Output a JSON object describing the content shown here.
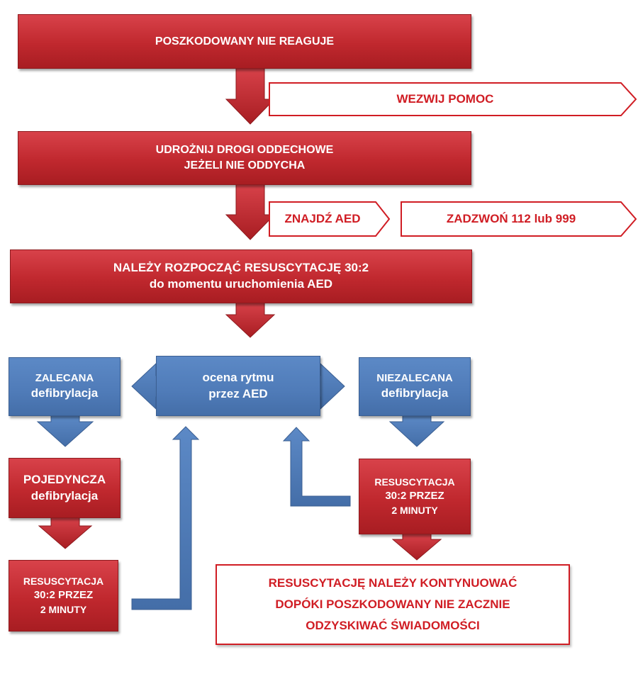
{
  "colors": {
    "red": "#c0282e",
    "blue": "#4f7bb8",
    "outline_red": "#d01d24",
    "white": "#ffffff"
  },
  "step1": {
    "line1": "POSZKODOWANY NIE REAGUJE"
  },
  "call_help": {
    "label": "WEZWIJ POMOC"
  },
  "step2": {
    "line1": "UDROŻNIJ DROGI ODDECHOWE",
    "line2": "JEŻELI NIE ODDYCHA"
  },
  "find_aed": {
    "label": "ZNAJDŹ AED"
  },
  "call_number": {
    "label": "ZADZWOŃ 112 lub 999"
  },
  "step3": {
    "line1": "NALEŻY ROZPOCZĄĆ RESUSCYTACJĘ 30:2",
    "line2": "do momentu uruchomienia AED"
  },
  "rhythm": {
    "line1": "ocena rytmu",
    "line2": "przez AED"
  },
  "recommended": {
    "line1": "ZALECANA",
    "line2": "defibrylacja"
  },
  "not_recommended": {
    "line1": "NIEZALECANA",
    "line2": "defibrylacja"
  },
  "single_shock": {
    "line1": "POJEDYNCZA",
    "line2": "defibrylacja"
  },
  "cpr_left": {
    "line1": "RESUSCYTACJA",
    "line2": "30:2 PRZEZ",
    "line3": "2 MINUTY"
  },
  "cpr_right": {
    "line1": "RESUSCYTACJA",
    "line2": "30:2 PRZEZ",
    "line3": "2 MINUTY"
  },
  "continue": {
    "line1": "RESUSCYTACJĘ NALEŻY KONTYNUOWAĆ",
    "line2": "DOPÓKI POSZKODOWANY NIE ZACZNIE",
    "line3": "ODZYSKIWAĆ ŚWIADOMOŚCI"
  }
}
